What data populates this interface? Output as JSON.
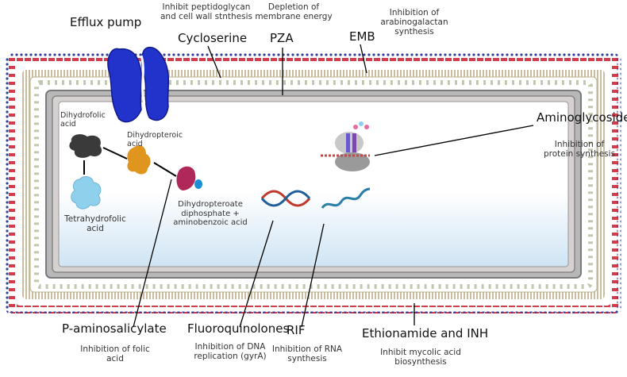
{
  "labels": {
    "efflux_pump": "Efflux pump",
    "cycloserine_desc_1": "Inhibit peptidoglycan",
    "cycloserine_desc_2": "and cell wall stnthesis",
    "cycloserine": "Cycloserine",
    "pza_desc_1": "Depletion of",
    "pza_desc_2": "membrane energy",
    "pza": "PZA",
    "emb": "EMB",
    "emb_desc_1": "Inhibition of",
    "emb_desc_2": "arabinogalactan",
    "emb_desc_3": "synthesis",
    "dihydrofolic_1": "Dihydrofolic",
    "dihydrofolic_2": "acid",
    "dihydropteroic_1": "Dihydropteroic",
    "dihydropteroic_2": "acid",
    "tetrahydrofolic_1": "Tetrahydrofolic",
    "tetrahydrofolic_2": "acid",
    "dhp_1": "Dihydropteroate",
    "dhp_2": "diphosphate +",
    "dhp_3": "aminobenzoic acid",
    "aminoglycosides": "Aminoglycosides",
    "amino_desc_1": "Inhibition of",
    "amino_desc_2": "protein synthesis",
    "pas": "P-aminosalicylate",
    "pas_desc_1": "Inhibition of folic",
    "pas_desc_2": "acid",
    "fq": "Fluoroquinolones",
    "fq_desc_1": "Inhibition of DNA",
    "fq_desc_2": "replication (gyrA)",
    "rif": "RIF",
    "rif_desc_1": "Inhibition of RNA",
    "rif_desc_2": "synthesis",
    "eth": "Ethionamide and INH",
    "eth_desc_1": "Inhibit mycolic acid",
    "eth_desc_2": "biosynthesis"
  },
  "colors": {
    "pump": "#2233cc",
    "dihydrofolic": "#3a3a3a",
    "dihydropteroic": "#e0951e",
    "tetrahydrofolic": "#8fd0ec",
    "dhp": "#b0285a",
    "dhp_dot": "#1a8fd8",
    "dna_red": "#c0392b",
    "dna_blue": "#1f5f9a",
    "rna": "#2a7fa8",
    "mycolic_red": "#d23c4c",
    "mycolic_blue": "#2f3f9a",
    "membrane": "#8a8a8a"
  }
}
